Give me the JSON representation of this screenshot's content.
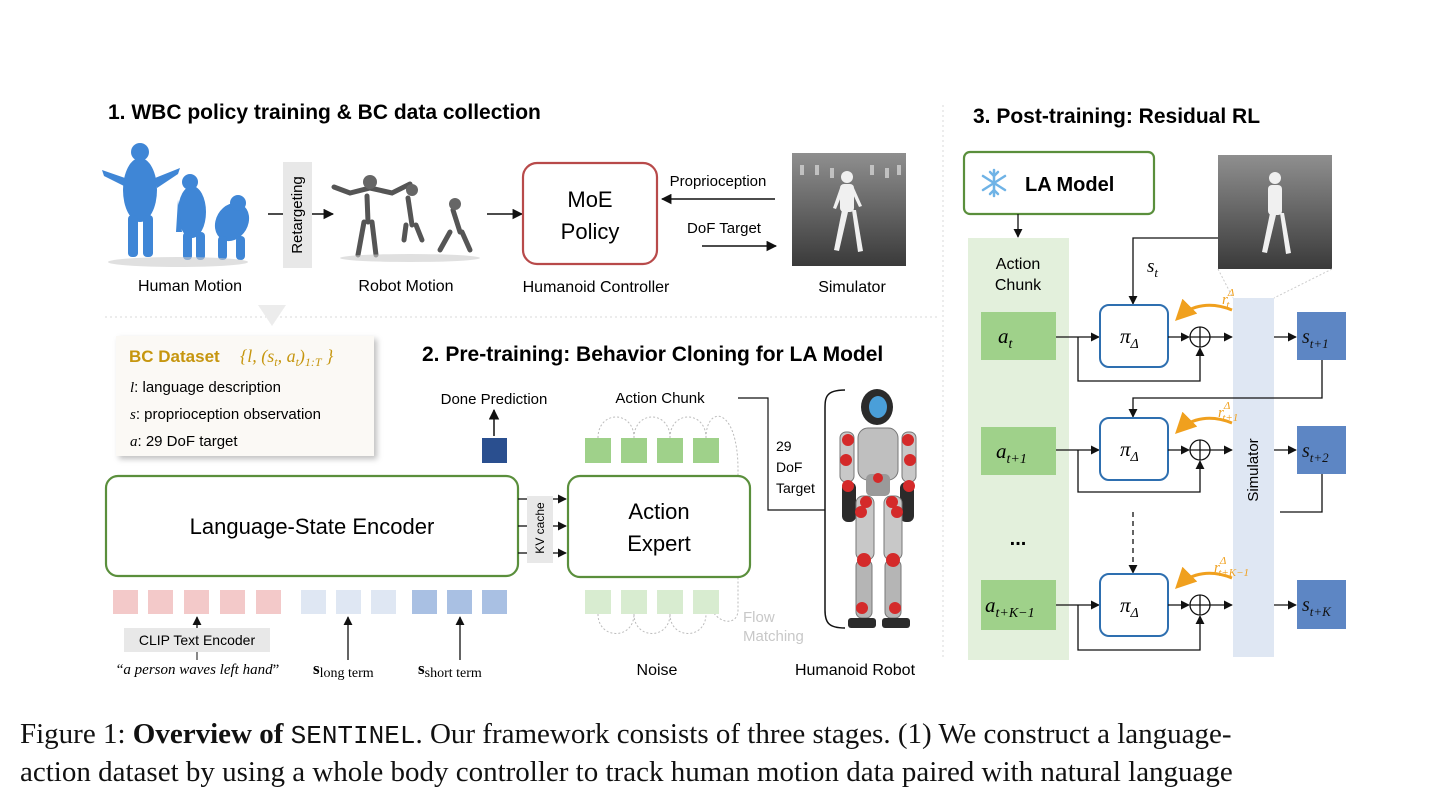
{
  "sections": {
    "s1_title": "1. WBC policy training & BC data collection",
    "s2_title": "2. Pre-training: Behavior Cloning for LA Model",
    "s3_title": "3. Post-training: Residual RL"
  },
  "stage1": {
    "retargeting": "Retargeting",
    "moe_line1": "MoE",
    "moe_line2": "Policy",
    "proprioception": "Proprioception",
    "dof_target": "DoF Target",
    "human_motion": "Human Motion",
    "robot_motion": "Robot Motion",
    "humanoid_controller": "Humanoid Controller",
    "simulator": "Simulator"
  },
  "bc_dataset": {
    "title": "BC Dataset",
    "formula": "{l, (s_t, a_t)_{1:T}}",
    "l_sym": "l",
    "l_text": ": language description",
    "s_sym": "s",
    "s_text": ": proprioception observation",
    "a_sym": "a",
    "a_text": ": 29 DoF target"
  },
  "stage2": {
    "done_prediction": "Done Prediction",
    "action_chunk": "Action Chunk",
    "dof_29": "29",
    "dof_word": "DoF",
    "dof_target": "Target",
    "encoder": "Language-State Encoder",
    "kv_cache": "KV cache",
    "expert_line1": "Action",
    "expert_line2": "Expert",
    "flow": "Flow",
    "matching": "Matching",
    "clip": "CLIP Text Encoder",
    "prompt": "a person waves left hand",
    "s_long_main": "s",
    "s_long_sub": "long term",
    "s_short_main": "s",
    "s_short_sub": "short term",
    "noise": "Noise",
    "humanoid_robot": "Humanoid Robot"
  },
  "stage3": {
    "la_model": "LA Model",
    "action_chunk_l1": "Action",
    "action_chunk_l2": "Chunk",
    "simulator": "Simulator",
    "ellipsis": "...",
    "s_t": "s",
    "s_t_sub": "t",
    "pi": "π",
    "pi_sub": "Δ",
    "rows": [
      {
        "a_sub": "t",
        "r_sup": "Δ",
        "r_sub": "t",
        "s_sub": "t+1"
      },
      {
        "a_sub": "t+1",
        "r_sup": "Δ",
        "r_sub": "t+1",
        "s_sub": "t+2"
      },
      {
        "a_sub": "t+K−1",
        "r_sup": "Δ",
        "r_sub": "t+K−1",
        "s_sub": "t+K"
      }
    ],
    "a_main": "a",
    "r_main": "r",
    "s_main": "s"
  },
  "caption": {
    "prefix": "Figure 1: ",
    "bold": "Overview of ",
    "name": "SENTINEL",
    "rest1": ". Our framework consists of three stages. (1) We construct a language-",
    "line2": "action dataset by using a whole body controller to track human motion data paired with natural language"
  },
  "colors": {
    "green": "#5a8f3c",
    "light_green": "#e3f0dc",
    "mid_green": "#9fd18a",
    "pale_green": "#d8ecd0",
    "blue": "#2e6fb0",
    "dark_blue": "#2a4f8f",
    "mid_blue": "#6f93c8",
    "light_blue": "#dfe7f3",
    "pink": "#f3c9c9",
    "red_border": "#b84a4a",
    "gold": "#c6960f",
    "orange": "#f0a01e"
  }
}
